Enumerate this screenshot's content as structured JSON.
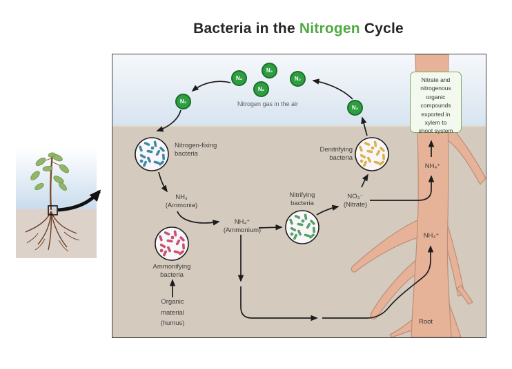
{
  "title": {
    "prefix": "Bacteria in the ",
    "highlight": "Nitrogen",
    "suffix": " Cycle"
  },
  "diagram": {
    "air_label": "Nitrogen gas in the air",
    "n2_symbol": "N₂",
    "bacteria": [
      {
        "name": "nitrogen-fixing",
        "label_lines": [
          "Nitrogen-fixing",
          "bacteria"
        ],
        "color": "#3d89a6"
      },
      {
        "name": "ammonifying",
        "label_lines": [
          "Ammonifying",
          "bacteria"
        ],
        "color": "#c75070"
      },
      {
        "name": "nitrifying",
        "label_lines": [
          "Nitrifying",
          "bacteria"
        ],
        "color": "#57a169"
      },
      {
        "name": "denitrifying",
        "label_lines": [
          "Denitrifying",
          "bacteria"
        ],
        "color": "#ddb14b"
      }
    ],
    "molecules": {
      "ammonia": {
        "formula": "NH₃",
        "name": "(Ammonia)"
      },
      "ammonium": {
        "formula": "NH₄⁺",
        "name": "(Ammonium)"
      },
      "nitrate": {
        "formula": "NO₃⁻",
        "name": "(Nitrate)"
      }
    },
    "organic_lines": [
      "Organic",
      "material",
      "(humus)"
    ],
    "info_box_lines": [
      "Nitrate and",
      "nitrogenous",
      "organic",
      "compounds",
      "exported in",
      "xylem to",
      "shoot system"
    ],
    "root_upper_nh4": "NH₄⁺",
    "root_lower_nh4": "NH₄⁺",
    "root_label": "Root"
  },
  "colors": {
    "title_highlight": "#4faa44",
    "n2_fill": "#2f9e41",
    "n2_border": "#17702a",
    "sky_top": "#f5f8fb",
    "sky_bottom": "#d7e4f0",
    "ground": "#d5cabe",
    "root_fill": "#e6b298",
    "root_stroke": "#bb8e79",
    "info_box_fill": "#f3f9ee",
    "info_box_border": "#7fa95f",
    "bacteria_circle_fill": "#f8f6f8",
    "arrow": "#1c1c1c"
  }
}
